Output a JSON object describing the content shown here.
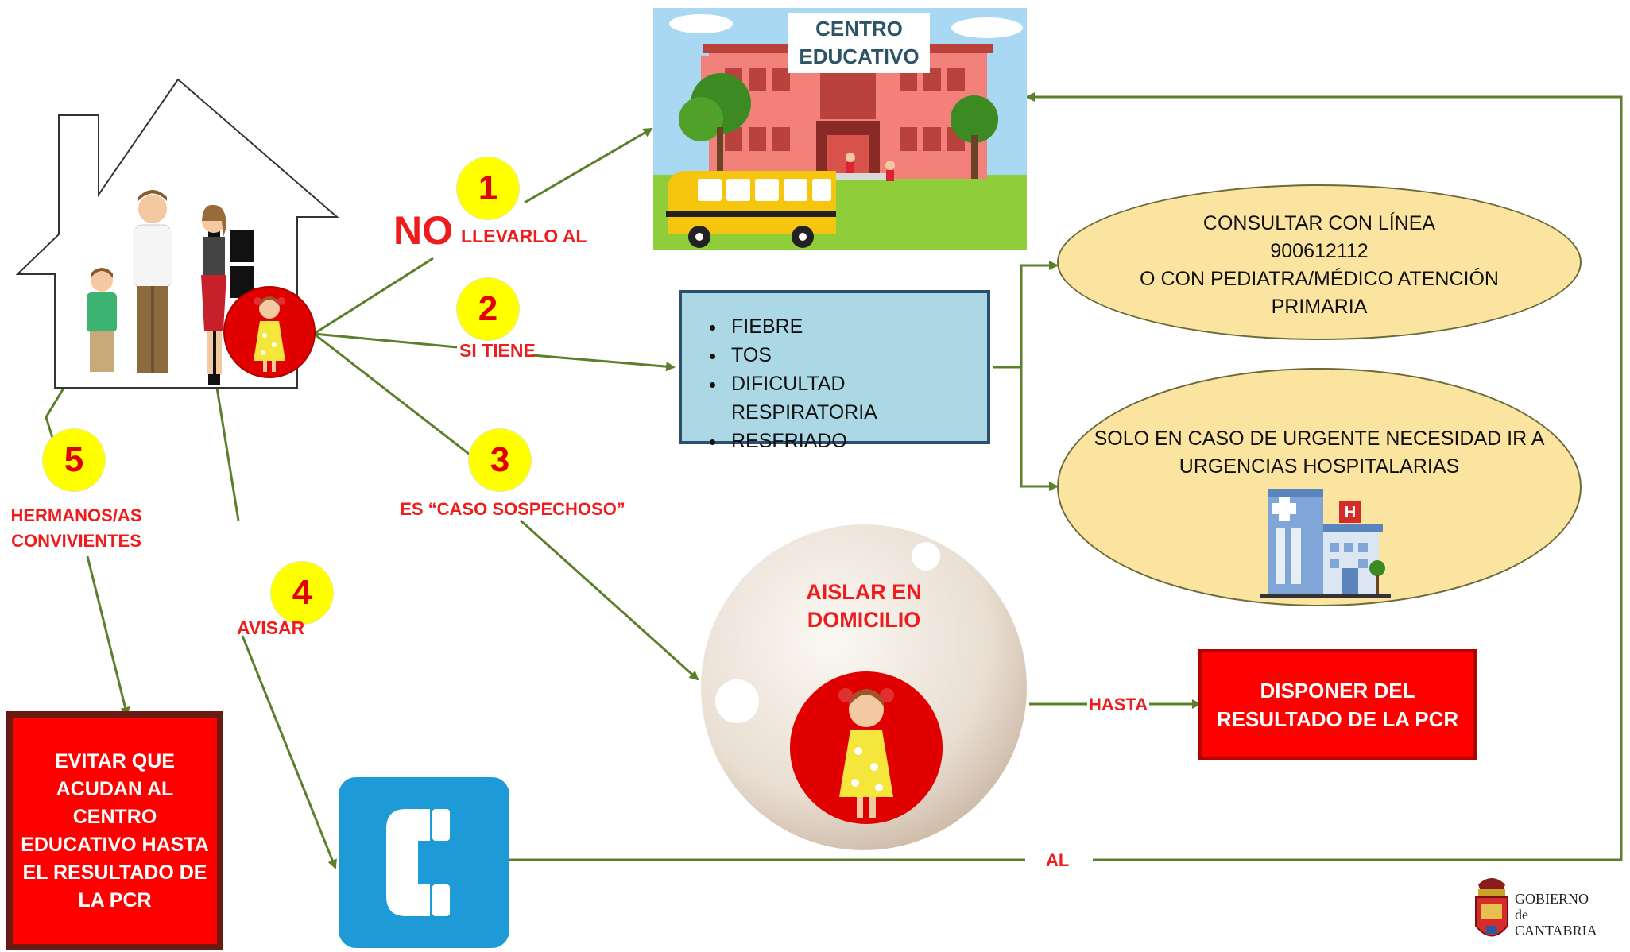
{
  "steps": [
    {
      "number": "1",
      "label_big": "NO",
      "label": "LLEVARLO AL"
    },
    {
      "number": "2",
      "label": "SI TIENE"
    },
    {
      "number": "3",
      "label": "ES “CASO SOSPECHOSO”"
    },
    {
      "number": "4",
      "label": "AVISAR"
    },
    {
      "number": "5",
      "label_line1": "HERMANOS/AS",
      "label_line2": "CONVIVIENTES"
    }
  ],
  "school": {
    "title_line1": "CENTRO",
    "title_line2": "EDUCATIVO"
  },
  "symptoms": [
    "FIEBRE",
    "TOS",
    "DIFICULTAD RESPIRATORIA",
    "RESFRIADO"
  ],
  "consult": {
    "line1": "CONSULTAR CON LÍNEA",
    "line2": "900612112",
    "line3": "O CON PEDIATRA/MÉDICO ATENCIÓN",
    "line4": "PRIMARIA"
  },
  "urgent": {
    "line1": "SOLO EN CASO DE URGENTE NECESIDAD IR A",
    "line2": "URGENCIAS HOSPITALARIAS"
  },
  "isolate": {
    "line1": "AISLAR EN",
    "line2": "DOMICILIO"
  },
  "until_label": "HASTA",
  "pcr_box": {
    "line1": "DISPONER DEL",
    "line2": "RESULTADO DE LA PCR"
  },
  "siblings_box": {
    "line1": "EVITAR QUE",
    "line2": "ACUDAN AL",
    "line3": "CENTRO",
    "line4": "EDUCATIVO HASTA",
    "line5": "EL RESULTADO DE",
    "line6": "LA PCR"
  },
  "phone_label": "AL",
  "logo": {
    "line1": "GOBIERNO",
    "line2": "de",
    "line3": "CANTABRIA"
  },
  "colors": {
    "arrow": "#5b7f2a",
    "red": "#ff0000",
    "label_red": "#ee1c1c",
    "badge": "#ffff00",
    "phone_blue": "#1e9ad6"
  },
  "icons": [
    "house-icon",
    "family-icon",
    "girl-icon",
    "school-icon",
    "school-bus-icon",
    "hospital-icon",
    "telephone-icon",
    "bubble-icon"
  ]
}
